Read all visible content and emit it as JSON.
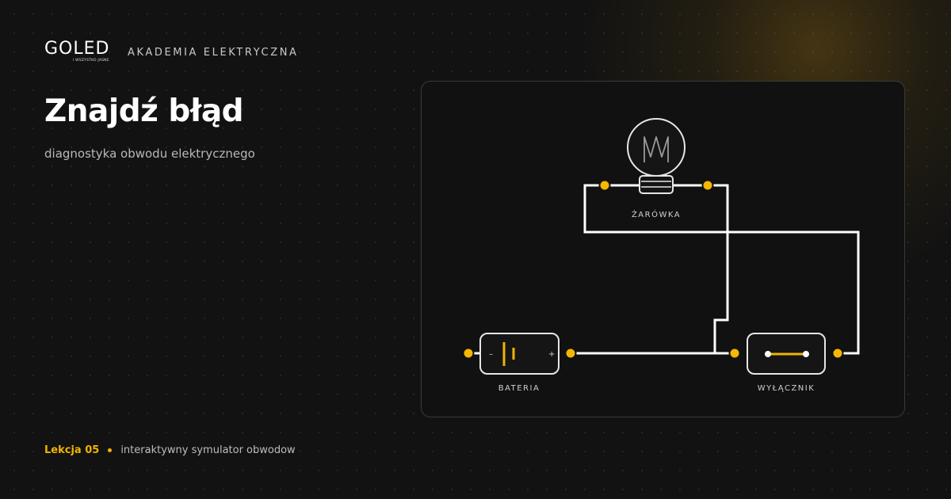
{
  "brand": {
    "logo": "GOLED",
    "logo_tagline": "I WSZYSTKO JASNE",
    "academy": "AKADEMIA ELEKTRYCZNA"
  },
  "hero": {
    "title": "Znajdź błąd",
    "subtitle": "diagnostyka obwodu elektrycznego"
  },
  "footer": {
    "lesson": "Lekcja 05",
    "description": "interaktywny symulator obwodow"
  },
  "circuit": {
    "components": {
      "bulb": "ŻARÓWKA",
      "battery": "BATERIA",
      "switch": "WYŁĄCZNIK"
    },
    "battery_minus": "–",
    "battery_plus": "+",
    "colors": {
      "wire": "#ffffff",
      "terminal": "#f5b800",
      "accent": "#f0b400"
    },
    "switch_state": "closed"
  }
}
